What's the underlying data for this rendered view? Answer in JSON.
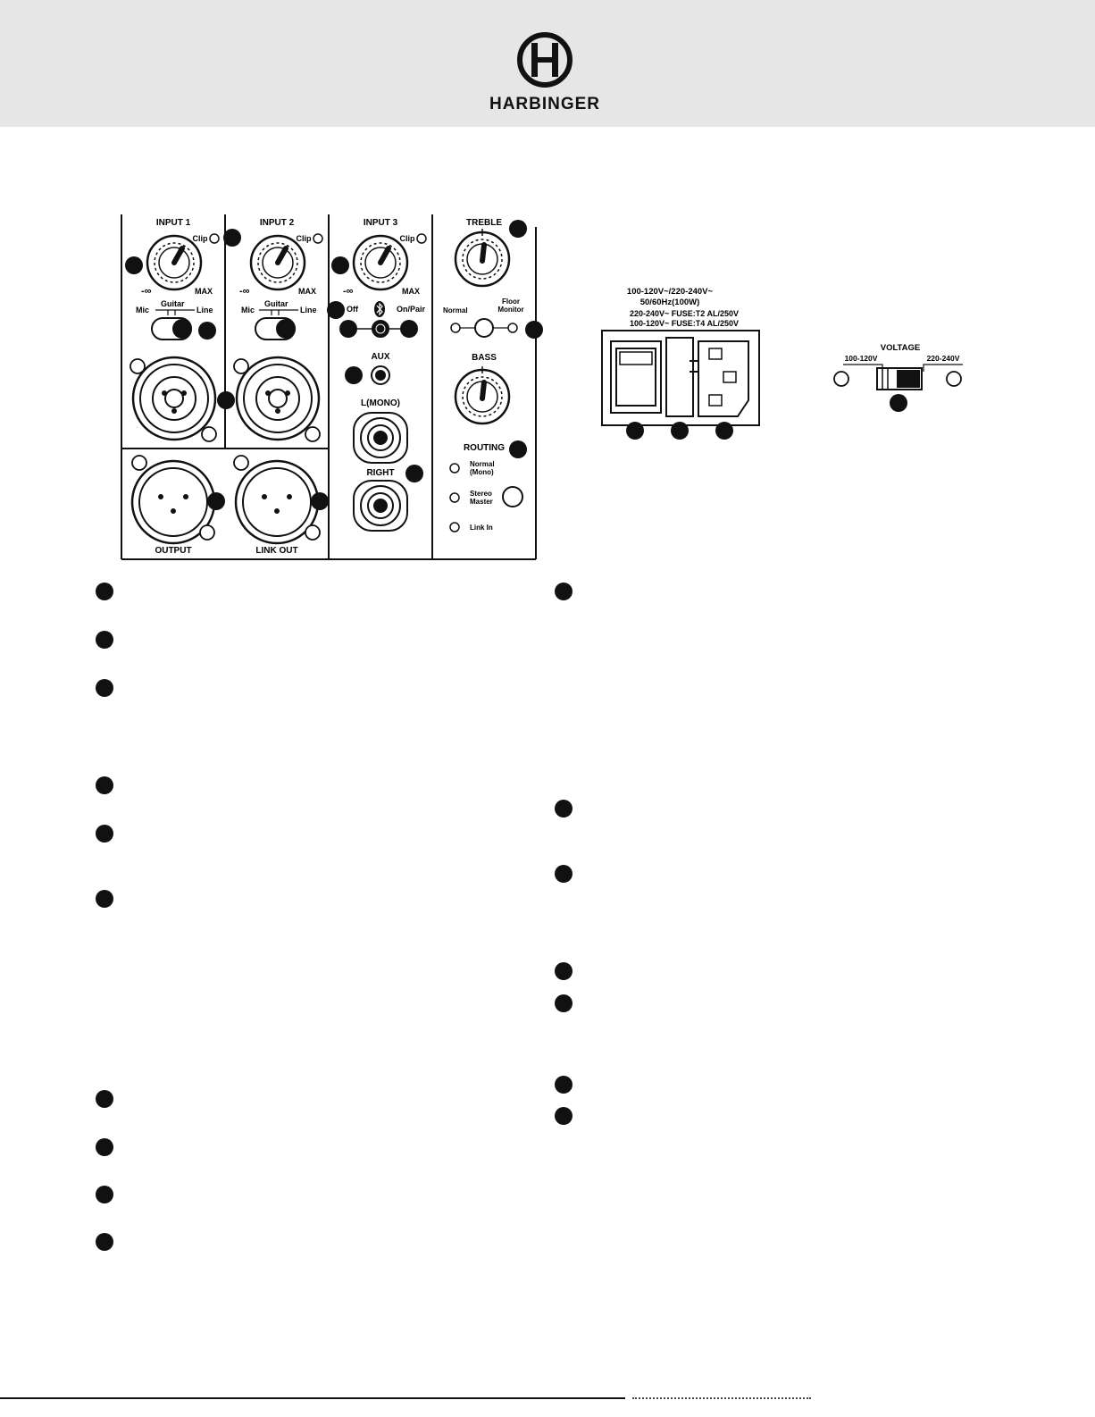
{
  "brand": {
    "name": "HARBINGER",
    "logo_letter": "H"
  },
  "panel": {
    "input1": {
      "title": "INPUT 1",
      "clip": "Clip",
      "min": "-∞",
      "max": "MAX",
      "switch_labels": [
        "Mic",
        "Guitar",
        "Line"
      ]
    },
    "input2": {
      "title": "INPUT 2",
      "clip": "Clip",
      "min": "-∞",
      "max": "MAX",
      "switch_labels": [
        "Mic",
        "Guitar",
        "Line"
      ]
    },
    "input3": {
      "title": "INPUT 3",
      "clip": "Clip",
      "min": "-∞",
      "max": "MAX",
      "bt_off": "Off",
      "bt_on": "On/Pair",
      "aux": "AUX",
      "lmono": "L(MONO)",
      "right": "RIGHT"
    },
    "eq": {
      "treble": "TREBLE",
      "normal": "Normal",
      "floor_line1": "Floor",
      "floor_line2": "Monitor",
      "bass": "BASS",
      "routing": "ROUTING",
      "route_normal_1": "Normal",
      "route_normal_2": "(Mono)",
      "route_stereo_1": "Stereo",
      "route_stereo_2": "Master",
      "route_link": "Link In"
    },
    "output": "OUTPUT",
    "link_out": "LINK OUT"
  },
  "rear": {
    "line1": "100-120V~/220-240V~",
    "line2": "50/60Hz(100W)",
    "line3": "220-240V~  FUSE:T2 AL/250V",
    "line4": "100-120V~  FUSE:T4 AL/250V"
  },
  "voltage": {
    "title": "VOLTAGE",
    "low": "100-120V",
    "high": "220-240V"
  }
}
